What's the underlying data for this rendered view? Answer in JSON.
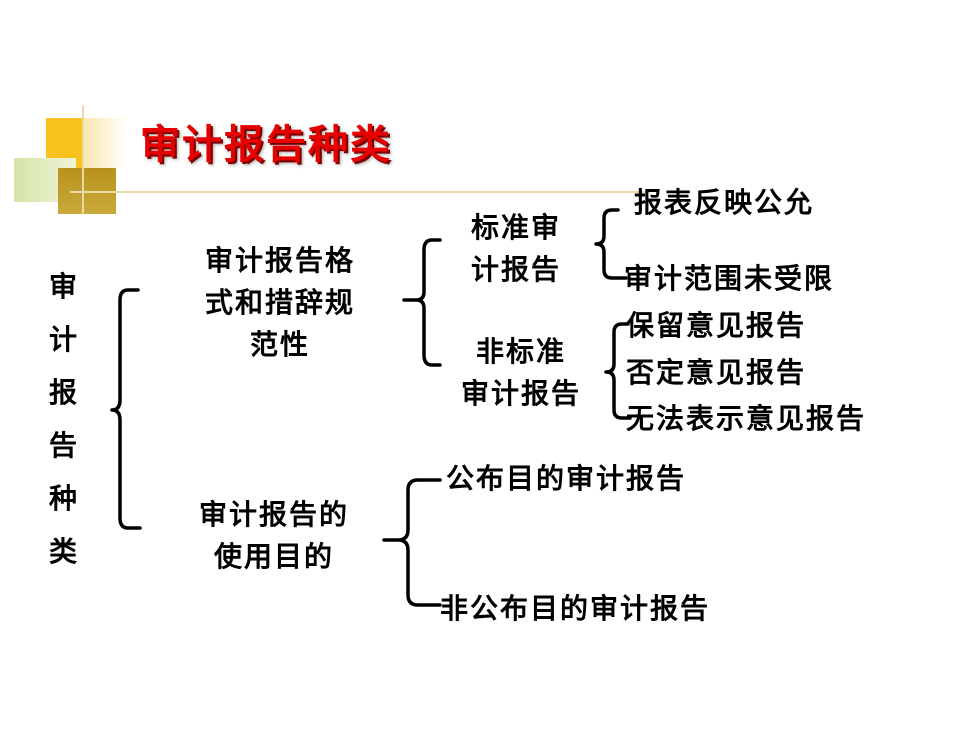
{
  "title": "审计报告种类",
  "root": "审计报告种类",
  "branches": [
    {
      "label_lines": [
        "审计报告格",
        "式和措辞规",
        "范性"
      ],
      "children": [
        {
          "label_lines": [
            "标准审",
            "计报告"
          ],
          "children": [
            "报表反映公允",
            "审计范围未受限"
          ]
        },
        {
          "label_lines": [
            "非标准",
            "审计报告"
          ],
          "children": [
            "保留意见报告",
            "否定意见报告",
            "无法表示意见报告"
          ]
        }
      ]
    },
    {
      "label_lines": [
        "审计报告的",
        "使用目的"
      ],
      "children": [
        "公布目的审计报告",
        "非公布目的审计报告"
      ]
    }
  ],
  "colors": {
    "title": "#e60000",
    "deco_yellow": "#f5c518",
    "deco_gold": "#b8901a",
    "deco_green": "#a8c060",
    "deco_line": "#e8d9a6"
  }
}
